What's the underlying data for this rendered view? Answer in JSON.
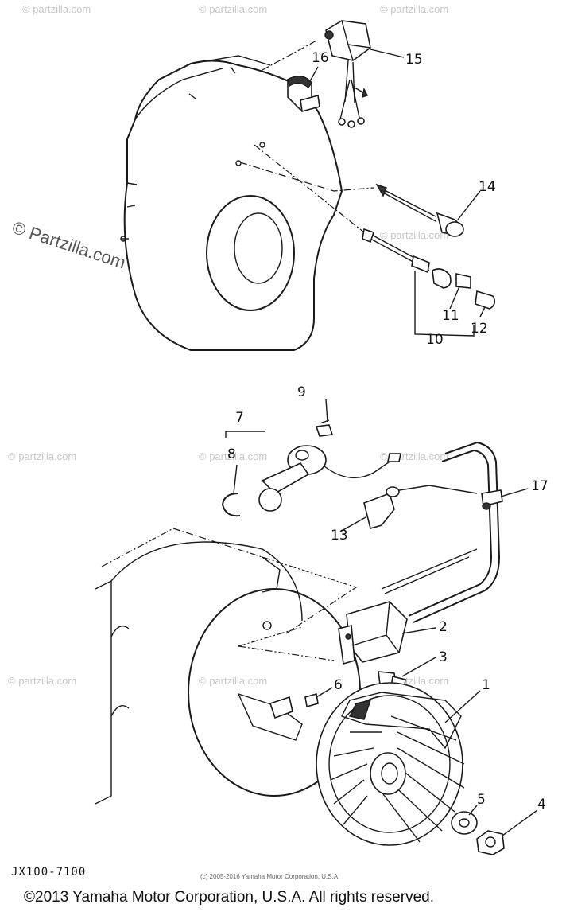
{
  "diagram": {
    "callouts": [
      "1",
      "2",
      "3",
      "4",
      "5",
      "6",
      "7",
      "8",
      "9",
      "10",
      "11",
      "12",
      "13",
      "14",
      "15",
      "16",
      "17"
    ],
    "diagram_code": "JX100-7100",
    "small_copyright": "(c) 2005-2016 Yamaha Motor Corporation, U.S.A.",
    "footer_copyright": "©2013 Yamaha Motor Corporation, U.S.A. All rights reserved.",
    "watermark": "© Partzilla.com",
    "watermark_small": "© partzilla.com"
  }
}
